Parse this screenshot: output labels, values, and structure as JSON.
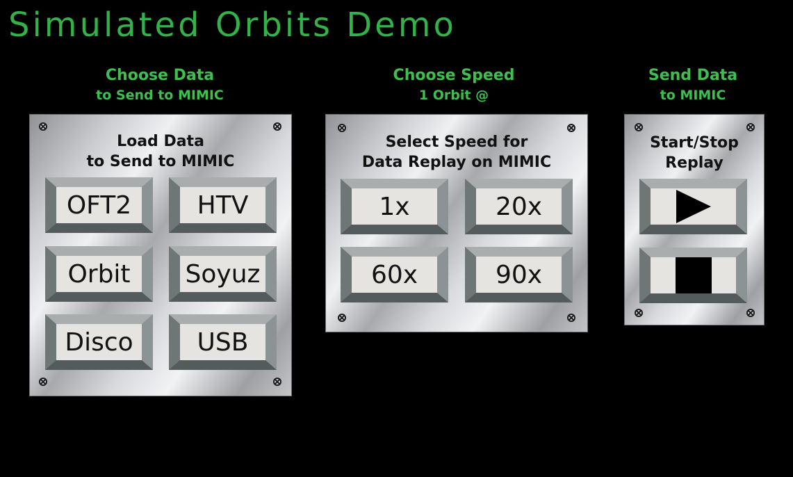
{
  "app": {
    "title": "Simulated Orbits Demo"
  },
  "sections": {
    "choose_data": {
      "heading_line1": "Choose Data",
      "heading_line2": "to Send to MIMIC",
      "panel_label_line1": "Load Data",
      "panel_label_line2": "to Send to MIMIC",
      "buttons": [
        "OFT2",
        "HTV",
        "Orbit",
        "Soyuz",
        "Disco",
        "USB"
      ]
    },
    "choose_speed": {
      "heading_line1": "Choose Speed",
      "heading_line2": "1 Orbit @",
      "panel_label_line1": "Select Speed for",
      "panel_label_line2": "Data Replay on MIMIC",
      "buttons": [
        "1x",
        "20x",
        "60x",
        "90x"
      ]
    },
    "send_data": {
      "heading_line1": "Send Data",
      "heading_line2": "to MIMIC",
      "panel_label_line1": "Start/Stop",
      "panel_label_line2": "Replay",
      "buttons": [
        {
          "icon": "play-icon"
        },
        {
          "icon": "stop-icon"
        }
      ]
    }
  },
  "colors": {
    "background": "#000000",
    "title_green": "#33b24a",
    "heading_green": "#3fbf4f",
    "button_face": "#e6e4e1"
  }
}
